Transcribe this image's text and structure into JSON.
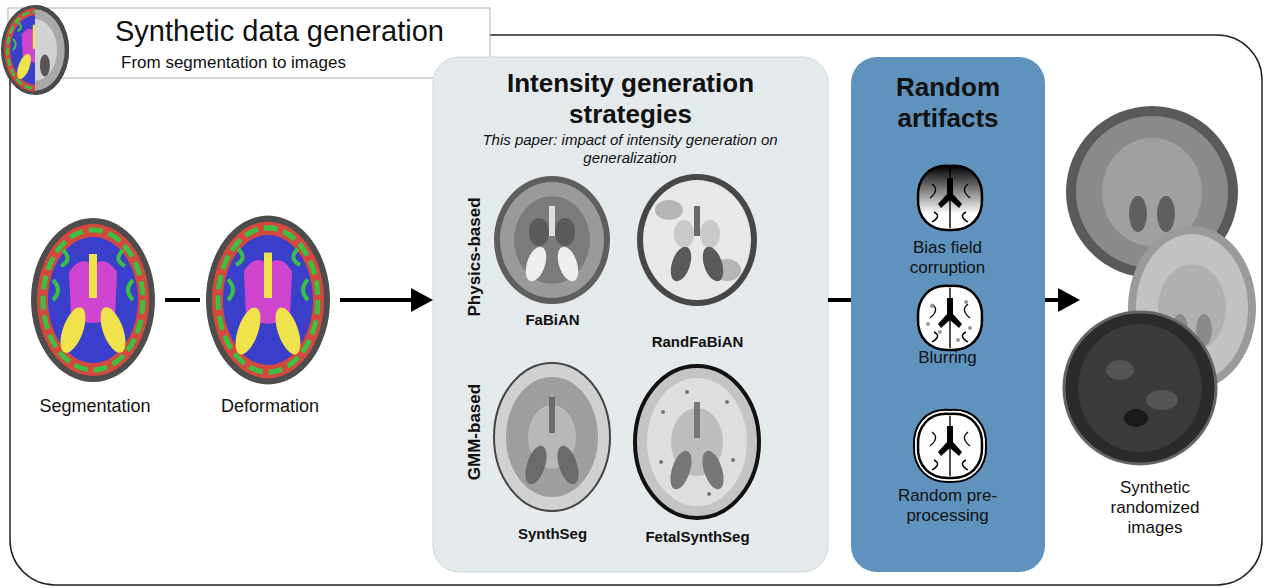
{
  "diagram": {
    "nodes": [
      {
        "text": [
          "Synthetic data generation",
          "From segmentation to images"
        ]
      },
      {
        "text": [
          "Segmentation"
        ],
        "in": 0
      },
      {
        "text": [
          "Deformation"
        ],
        "in": 0
      },
      {
        "text": [
          "Intensity generation strategies",
          "This paper: impact of intensity generation on generalization"
        ],
        "in": 0
      },
      {
        "text": [
          "FaBiAN"
        ],
        "in": 3
      },
      {
        "text": [
          "RandFaBiAN"
        ],
        "in": 3
      },
      {
        "text": [
          "SynthSeg"
        ],
        "in": 3
      },
      {
        "text": [
          "FetalSynthSeg"
        ],
        "in": 3
      },
      {
        "text": [
          "Random artifacts"
        ],
        "in": 0
      },
      {
        "text": [
          "Bias field corruption"
        ],
        "in": 8
      },
      {
        "text": [
          "Blurring"
        ],
        "in": 8
      },
      {
        "text": [
          "Random pre-processing"
        ],
        "in": 8
      },
      {
        "text": [
          "Synthetic randomized images"
        ],
        "in": 0
      }
    ],
    "edges": [
      {
        "from": 1,
        "to": 2,
        "arrow": "none"
      },
      {
        "from": 2,
        "to": 3,
        "arrow": "to"
      },
      {
        "from": 3,
        "to": 8,
        "arrow": "none"
      },
      {
        "from": 8,
        "to": 12,
        "arrow": "to"
      }
    ],
    "labels": [
      "Physics-based",
      "GMM-based"
    ]
  }
}
